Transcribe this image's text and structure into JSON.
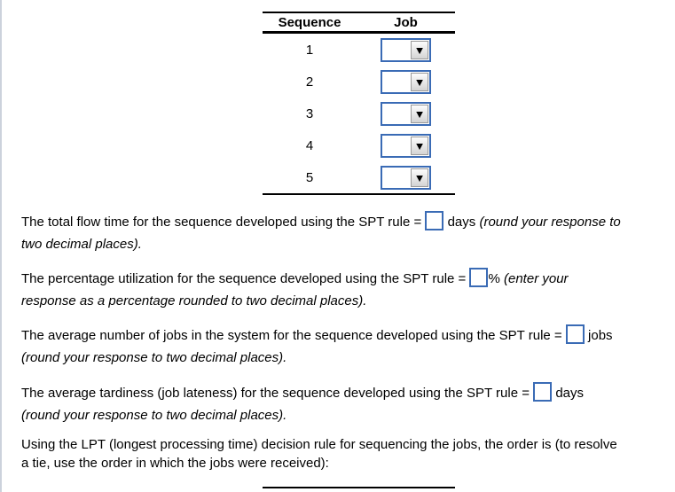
{
  "colors": {
    "accent_blue": "#3a6bb5",
    "table_rule": "#000000",
    "page_left_edge": "#ccd2dc"
  },
  "icons": {
    "dropdown_arrow": "▼"
  },
  "sequence_table": {
    "header_sequence": "Sequence",
    "header_job": "Job",
    "rows": [
      {
        "sequence": "1",
        "job_value": ""
      },
      {
        "sequence": "2",
        "job_value": ""
      },
      {
        "sequence": "3",
        "job_value": ""
      },
      {
        "sequence": "4",
        "job_value": ""
      },
      {
        "sequence": "5",
        "job_value": ""
      }
    ]
  },
  "questions": {
    "total_flow_time": {
      "text": "The total flow time for the sequence developed using the SPT rule =",
      "value": "",
      "unit": "days",
      "note_line1": "(round your response to",
      "note_line2": "two decimal places)."
    },
    "percentage_utilization": {
      "text": "The percentage utilization for the sequence developed using the SPT rule =",
      "value": "",
      "unit": "%",
      "note_line1": "(enter your",
      "note_line2": "response as a percentage rounded to two decimal places)."
    },
    "average_jobs_in_system": {
      "text": "The average number of jobs in the system for the sequence developed using the SPT rule =",
      "value": "",
      "unit": "jobs",
      "note_line1": "",
      "note_line2": "(round your response to two decimal places)."
    },
    "average_tardiness": {
      "text": "The average tardiness (job lateness) for the sequence developed using the SPT rule =",
      "value": "",
      "unit": "days",
      "note_line1": "",
      "note_line2": "(round your response to two decimal places)."
    }
  },
  "lpt_question": {
    "line1": "Using the LPT (longest processing time) decision rule for sequencing the jobs, the order is (to resolve",
    "line2": "a tie, use the order in which the jobs were received):"
  }
}
